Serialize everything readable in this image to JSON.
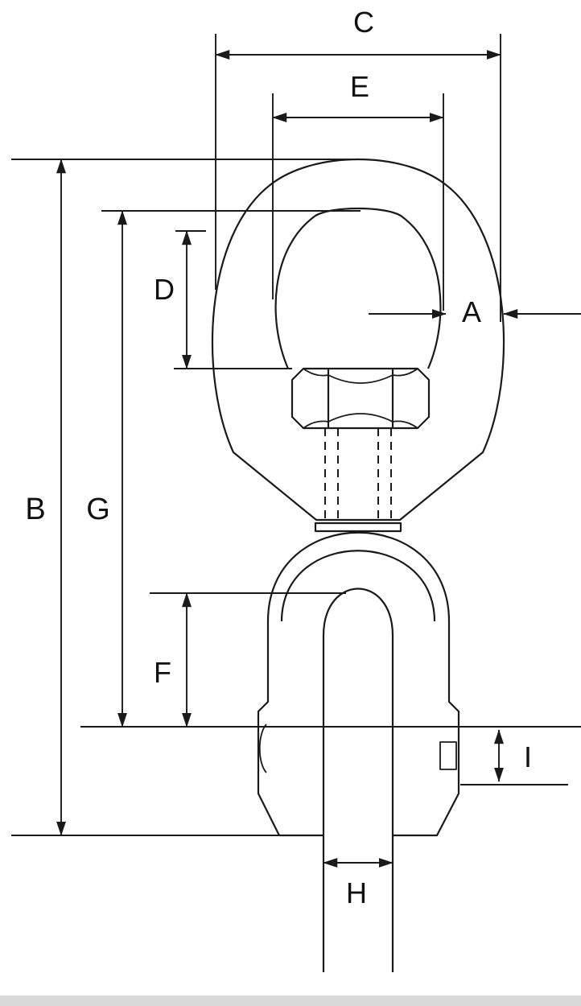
{
  "page": {
    "background": "#ffffff",
    "line_color": "#1a1a1a",
    "text_color": "#111111",
    "footer_strip_color": "#d9d9d9"
  },
  "diagram": {
    "type": "technical-dimension-drawing",
    "dimension_labels": {
      "A": "A",
      "B": "B",
      "C": "C",
      "D": "D",
      "E": "E",
      "F": "F",
      "G": "G",
      "H": "H",
      "I": "I"
    }
  }
}
